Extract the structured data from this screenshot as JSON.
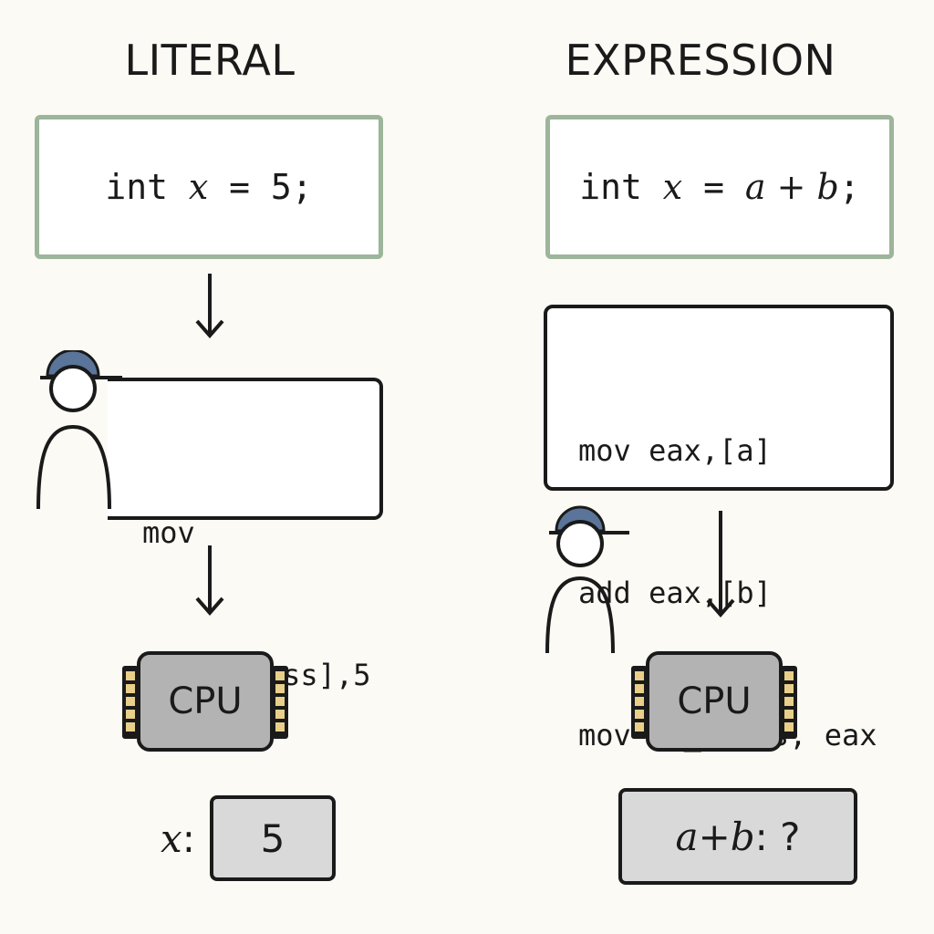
{
  "left": {
    "title": "LITERAL",
    "code": {
      "keyword": "int",
      "var": "x",
      "rest": " = 5;"
    },
    "asm_lines": [
      "mov",
      "[x_address],5"
    ],
    "cpu_label": "CPU",
    "result_var": "x",
    "result_sep": ":",
    "result_value": "5"
  },
  "right": {
    "title": "EXPRESSION",
    "code": {
      "keyword": "int",
      "var": "x",
      "eq": " = ",
      "expr": "a + b",
      "end": ";"
    },
    "asm_lines": [
      "mov eax,[a]",
      "add eax,[b]",
      "mov [x_addrs, eax"
    ],
    "cpu_label": "CPU",
    "result_expr": "a+b",
    "result_rest": ": ?"
  },
  "colors": {
    "code_border": "#9db59a",
    "cap": "#5a7599",
    "cpu_body": "#b3b3b3",
    "cpu_pins": "#e8cf8a",
    "value_box": "#d9d9d9"
  },
  "icons": [
    "down-arrow-icon",
    "worker-icon",
    "cpu-chip-icon"
  ]
}
